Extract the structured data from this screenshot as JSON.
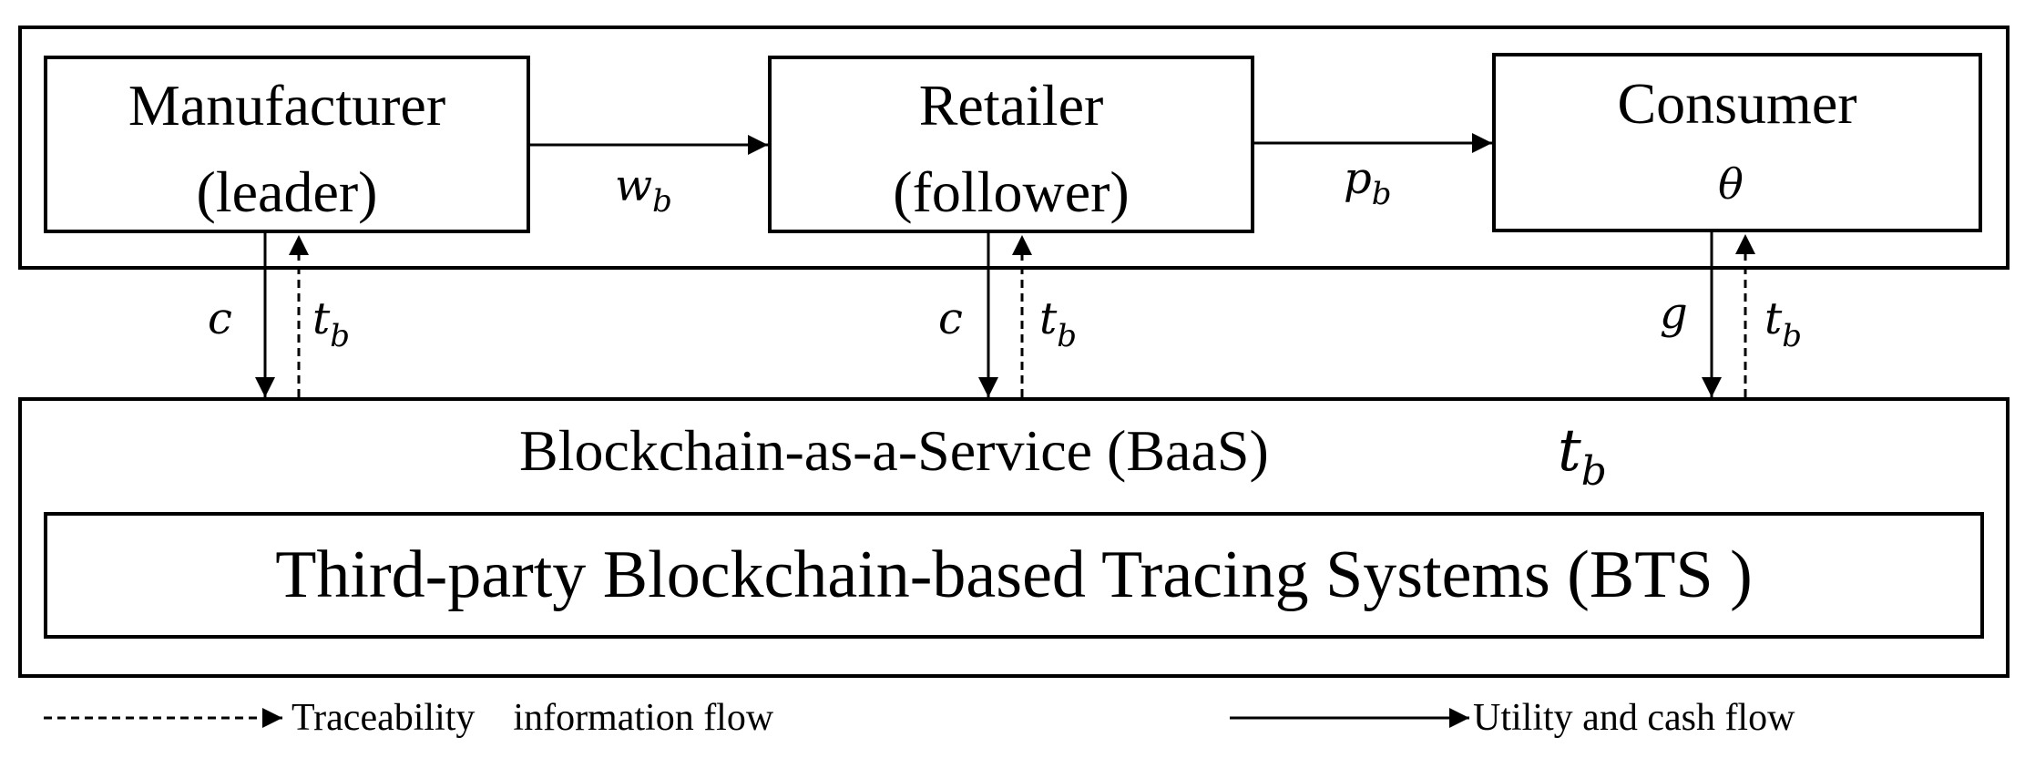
{
  "nodes": {
    "manufacturer": {
      "line1": "Manufacturer",
      "line2": "(leader)"
    },
    "retailer": {
      "line1": "Retailer",
      "line2": "(follower)"
    },
    "consumer": {
      "line1": "Consumer",
      "var": "θ"
    }
  },
  "edges": {
    "manufacturer_to_retailer": {
      "symbol": "w",
      "sub": "b"
    },
    "retailer_to_consumer": {
      "symbol": "p",
      "sub": "b"
    },
    "manufacturer_to_baas": {
      "symbol": "c"
    },
    "baas_to_manufacturer": {
      "symbol": "t",
      "sub": "b"
    },
    "retailer_to_baas": {
      "symbol": "c"
    },
    "baas_to_retailer": {
      "symbol": "t",
      "sub": "b"
    },
    "consumer_to_baas": {
      "symbol": "g"
    },
    "baas_to_consumer": {
      "symbol": "t",
      "sub": "b"
    }
  },
  "baas": {
    "title": "Blockchain-as-a-Service (BaaS)",
    "symbol": "t",
    "sub": "b"
  },
  "bts": {
    "title": "Third-party Blockchain-based Tracing Systems (BTS )"
  },
  "legend": {
    "traceability": "Traceability    information flow",
    "utility": "Utility and cash flow"
  }
}
